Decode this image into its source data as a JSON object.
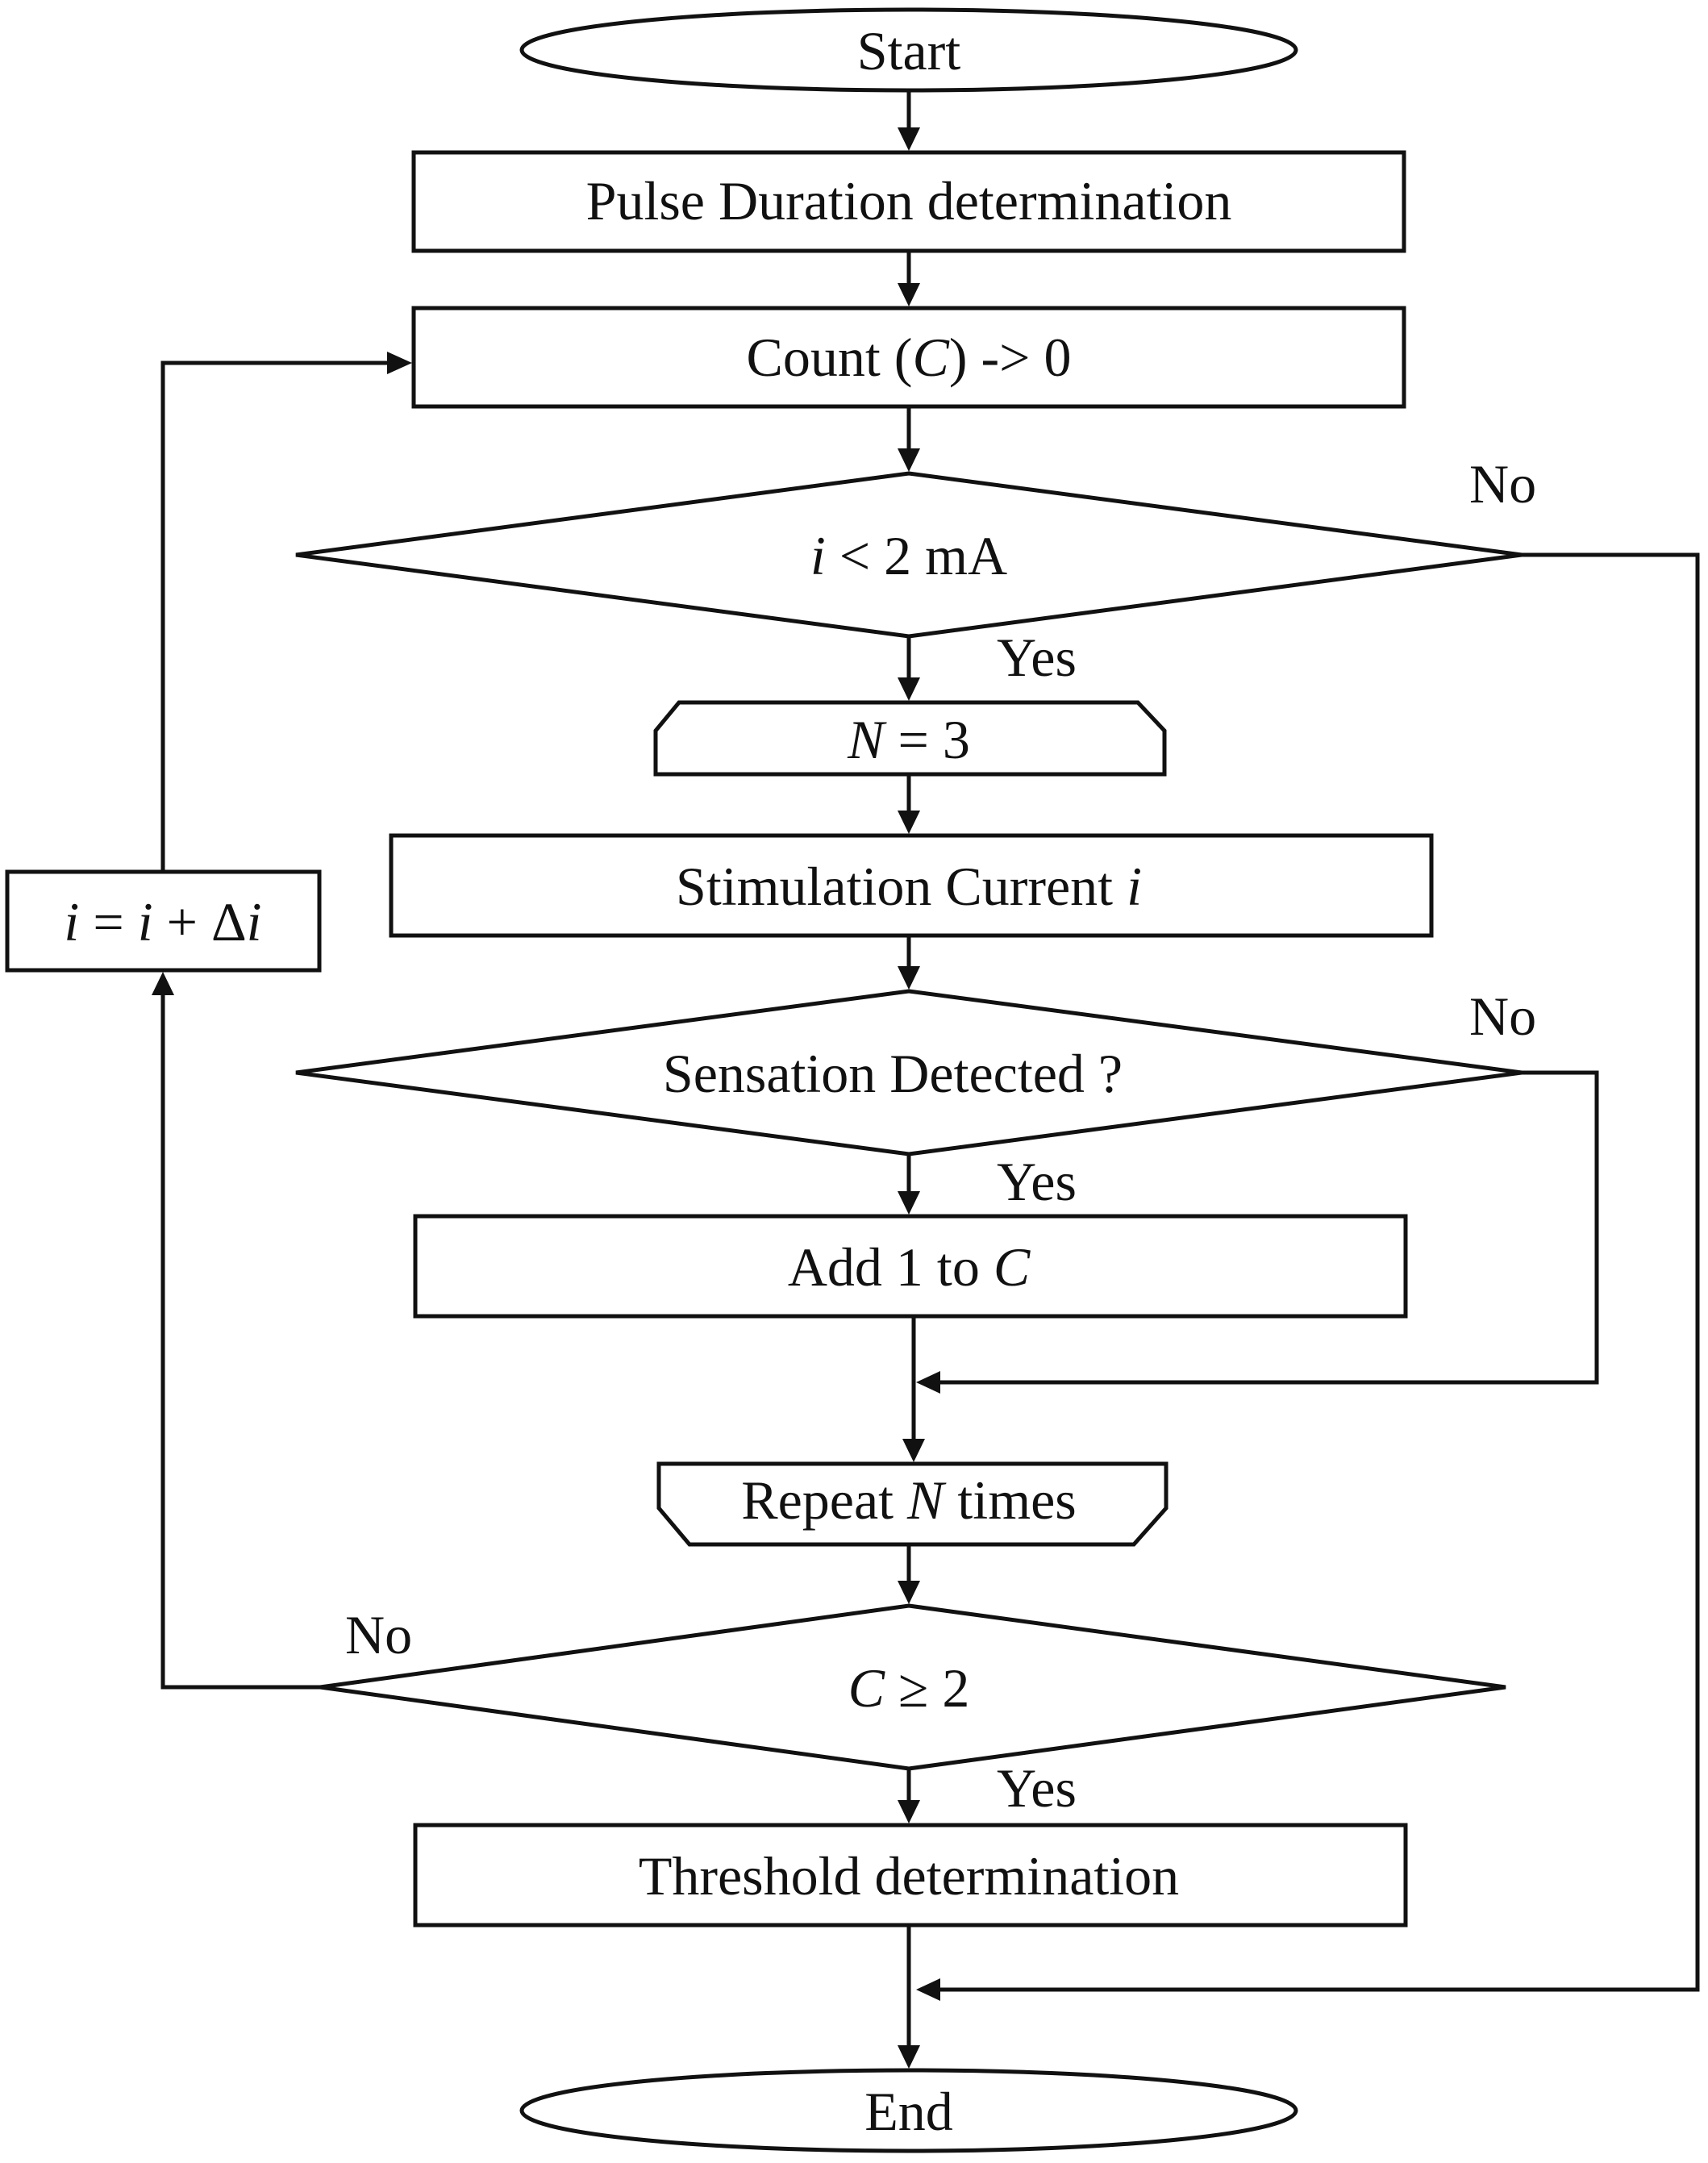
{
  "nodes": {
    "start": "Start",
    "pulse_duration": "Pulse Duration determination",
    "count_reset": {
      "pre": "Count (",
      "var": "C",
      "post": ") -> 0"
    },
    "current_check": {
      "var": "i",
      "rest": " < 2 mA"
    },
    "set_n": {
      "var": "N",
      "rest": " = 3"
    },
    "stimulation": {
      "pre": "Stimulation Current ",
      "var": "i"
    },
    "sensation": "Sensation Detected ?",
    "add_count": {
      "pre": "Add 1 to ",
      "var": "C"
    },
    "repeat": {
      "pre": "Repeat ",
      "var": "N",
      "post": " times"
    },
    "count_check": {
      "var": "C",
      "rest": " ≥ 2"
    },
    "threshold": "Threshold determination",
    "increment": {
      "v1": "i",
      "op1": " = ",
      "v2": "i",
      "op2": " + Δ",
      "v3": "i"
    },
    "end": "End"
  },
  "edge_labels": {
    "current_no": "No",
    "current_yes": "Yes",
    "sensation_no": "No",
    "sensation_yes": "Yes",
    "count_no": "No",
    "count_yes": "Yes"
  }
}
